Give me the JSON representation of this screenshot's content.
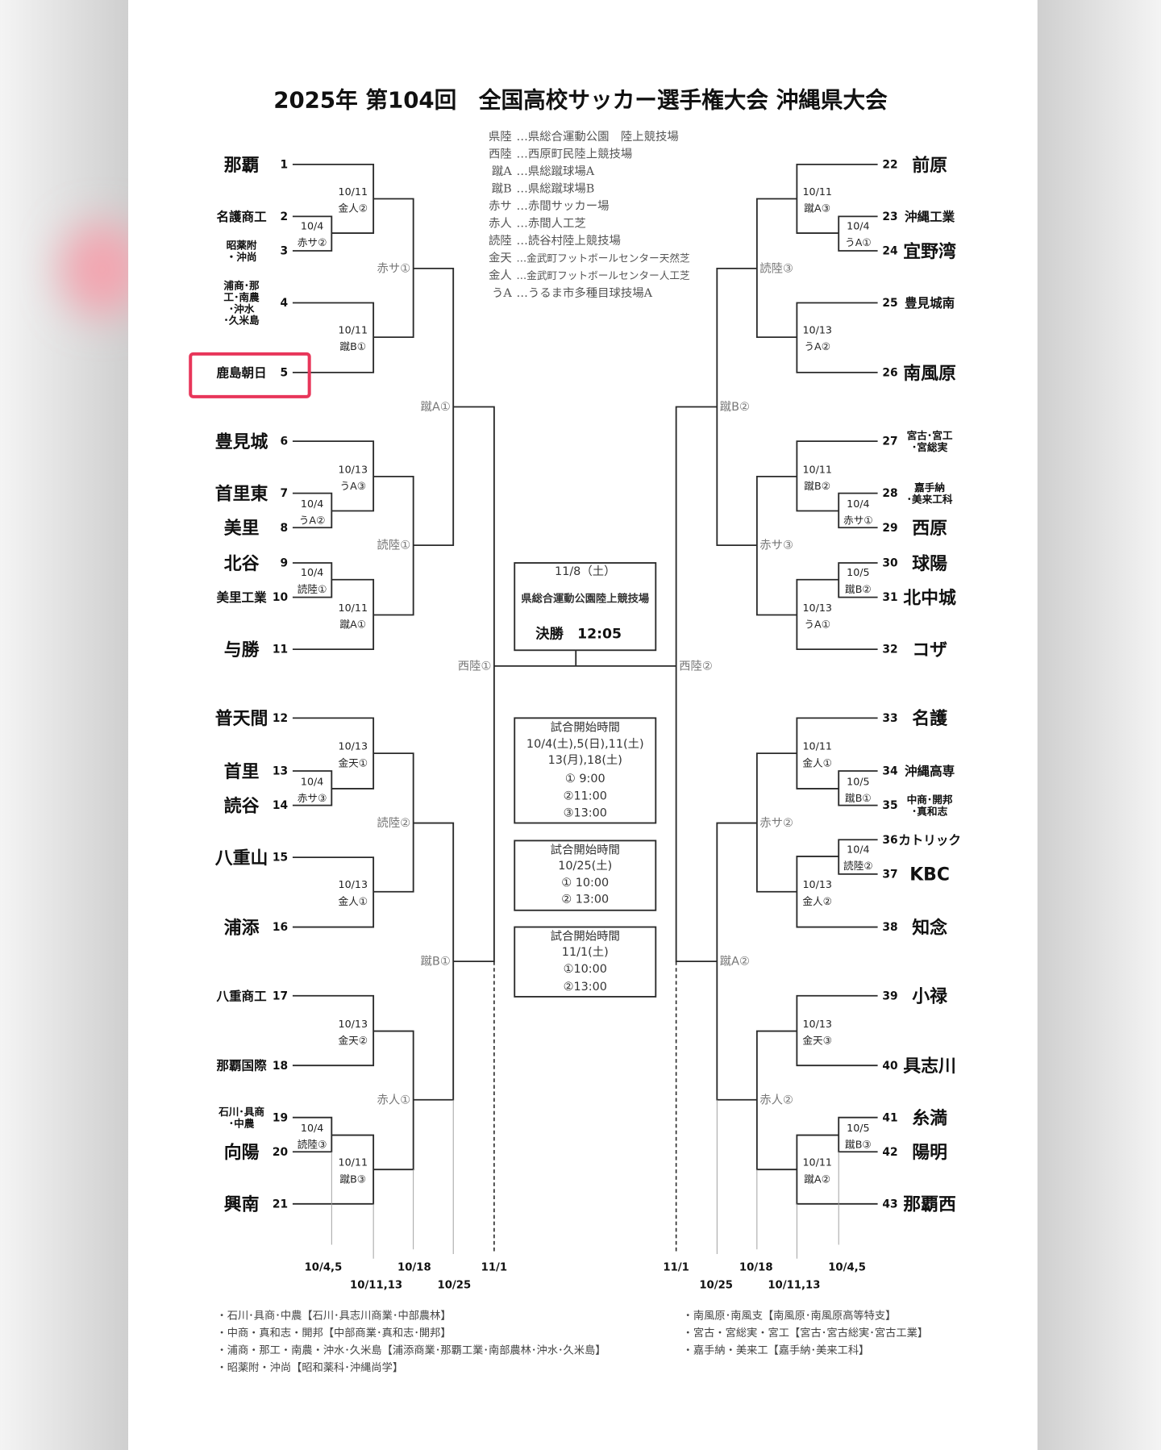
{
  "title": "2025年 第104回　全国高校サッカー選手権大会 沖縄県大会",
  "legend": [
    {
      "abbr": "県陸",
      "name": "…県総合運動公園　陸上競技場"
    },
    {
      "abbr": "西陸",
      "name": "…西原町民陸上競技場"
    },
    {
      "abbr": "蹴A",
      "name": "…県総蹴球場A"
    },
    {
      "abbr": "蹴B",
      "name": "…県総蹴球場B"
    },
    {
      "abbr": "赤サ",
      "name": "…赤間サッカー場"
    },
    {
      "abbr": "赤人",
      "name": "…赤間人工芝"
    },
    {
      "abbr": "読陸",
      "name": "…読谷村陸上競技場"
    },
    {
      "abbr": "金天",
      "name": "…金武町フットボールセンター天然芝"
    },
    {
      "abbr": "金人",
      "name": "…金武町フットボールセンター人工芝"
    },
    {
      "abbr": "うA",
      "name": "…うるま市多種目球技場A"
    }
  ],
  "teams": [
    {
      "seed": "1",
      "name": [
        "那覇"
      ]
    },
    {
      "seed": "2",
      "name": [
        "名護商工"
      ]
    },
    {
      "seed": "3",
      "name": [
        "昭薬附",
        "・沖尚"
      ]
    },
    {
      "seed": "4",
      "name": [
        "浦商･那",
        "工･南農",
        "･沖水",
        "･久米島"
      ]
    },
    {
      "seed": "5",
      "name": [
        "鹿島朝日"
      ]
    },
    {
      "seed": "6",
      "name": [
        "豊見城"
      ]
    },
    {
      "seed": "7",
      "name": [
        "首里東"
      ]
    },
    {
      "seed": "8",
      "name": [
        "美里"
      ]
    },
    {
      "seed": "9",
      "name": [
        "北谷"
      ]
    },
    {
      "seed": "10",
      "name": [
        "美里工業"
      ]
    },
    {
      "seed": "11",
      "name": [
        "与勝"
      ]
    },
    {
      "seed": "12",
      "name": [
        "普天間"
      ]
    },
    {
      "seed": "13",
      "name": [
        "首里"
      ]
    },
    {
      "seed": "14",
      "name": [
        "読谷"
      ]
    },
    {
      "seed": "15",
      "name": [
        "八重山"
      ]
    },
    {
      "seed": "16",
      "name": [
        "浦添"
      ]
    },
    {
      "seed": "17",
      "name": [
        "八重商工"
      ]
    },
    {
      "seed": "18",
      "name": [
        "那覇国際"
      ]
    },
    {
      "seed": "19",
      "name": [
        "石川･具商",
        "･中農"
      ]
    },
    {
      "seed": "20",
      "name": [
        "向陽"
      ]
    },
    {
      "seed": "21",
      "name": [
        "興南"
      ]
    },
    {
      "seed": "22",
      "name": [
        "前原"
      ]
    },
    {
      "seed": "23",
      "name": [
        "沖縄工業"
      ]
    },
    {
      "seed": "24",
      "name": [
        "宜野湾"
      ]
    },
    {
      "seed": "25",
      "name": [
        "豊見城南"
      ]
    },
    {
      "seed": "26",
      "name": [
        "南風原"
      ]
    },
    {
      "seed": "27",
      "name": [
        "宮古･宮工",
        "･宮総実"
      ]
    },
    {
      "seed": "28",
      "name": [
        "嘉手納",
        "･美来工科"
      ]
    },
    {
      "seed": "29",
      "name": [
        "西原"
      ]
    },
    {
      "seed": "30",
      "name": [
        "球陽"
      ]
    },
    {
      "seed": "31",
      "name": [
        "北中城"
      ]
    },
    {
      "seed": "32",
      "name": [
        "コザ"
      ]
    },
    {
      "seed": "33",
      "name": [
        "名護"
      ]
    },
    {
      "seed": "34",
      "name": [
        "沖縄高専"
      ]
    },
    {
      "seed": "35",
      "name": [
        "中商･開邦",
        "･真和志"
      ]
    },
    {
      "seed": "36",
      "name": [
        "カトリック"
      ]
    },
    {
      "seed": "37",
      "name": [
        "KBC"
      ]
    },
    {
      "seed": "38",
      "name": [
        "知念"
      ]
    },
    {
      "seed": "39",
      "name": [
        "小禄"
      ]
    },
    {
      "seed": "40",
      "name": [
        "具志川"
      ]
    },
    {
      "seed": "41",
      "name": [
        "糸満"
      ]
    },
    {
      "seed": "42",
      "name": [
        "陽明"
      ]
    },
    {
      "seed": "43",
      "name": [
        "那覇西"
      ]
    }
  ],
  "highlight_team": "5",
  "highlight_color": "#e8365a",
  "left_matches": [
    {
      "date": "10/4",
      "venue": "赤サ②"
    },
    {
      "date": "10/11",
      "venue": "金人②"
    },
    {
      "date": "10/11",
      "venue": "蹴B①"
    },
    {
      "venue": "赤サ①"
    },
    {
      "date": "10/4",
      "venue": "うA②"
    },
    {
      "date": "10/13",
      "venue": "うA③"
    },
    {
      "date": "10/4",
      "venue": "読陸①"
    },
    {
      "date": "10/11",
      "venue": "蹴A①"
    },
    {
      "venue": "読陸①"
    },
    {
      "venue": "蹴A①"
    },
    {
      "date": "10/4",
      "venue": "赤サ③"
    },
    {
      "date": "10/13",
      "venue": "金天①"
    },
    {
      "date": "10/13",
      "venue": "金人①"
    },
    {
      "venue": "読陸②"
    },
    {
      "date": "10/13",
      "venue": "金天②"
    },
    {
      "date": "10/4",
      "venue": "読陸③"
    },
    {
      "date": "10/11",
      "venue": "蹴B③"
    },
    {
      "venue": "赤人①"
    },
    {
      "venue": "蹴B①"
    },
    {
      "venue": "西陸①"
    }
  ],
  "right_matches": [
    {
      "date": "10/4",
      "venue": "うA①"
    },
    {
      "date": "10/11",
      "venue": "蹴A③"
    },
    {
      "date": "10/13",
      "venue": "うA②"
    },
    {
      "venue": "読陸③"
    },
    {
      "date": "10/4",
      "venue": "赤サ①"
    },
    {
      "date": "10/11",
      "venue": "蹴B②"
    },
    {
      "date": "10/5",
      "venue": "蹴B②"
    },
    {
      "date": "10/13",
      "venue": "うA①"
    },
    {
      "venue": "赤サ③"
    },
    {
      "venue": "蹴B②"
    },
    {
      "date": "10/5",
      "venue": "蹴B①"
    },
    {
      "date": "10/11",
      "venue": "金人①"
    },
    {
      "date": "10/4",
      "venue": "読陸②"
    },
    {
      "date": "10/13",
      "venue": "金人②"
    },
    {
      "venue": "赤サ②"
    },
    {
      "date": "10/13",
      "venue": "金天③"
    },
    {
      "date": "10/5",
      "venue": "蹴B③"
    },
    {
      "date": "10/11",
      "venue": "蹴A②"
    },
    {
      "venue": "赤人②"
    },
    {
      "venue": "蹴A②"
    },
    {
      "venue": "西陸②"
    }
  ],
  "round_dates": {
    "left": [
      "10/4,5",
      "10/11,13",
      "10/18",
      "10/25",
      "11/1"
    ],
    "right": [
      "10/4,5",
      "10/11,13",
      "10/18",
      "10/25",
      "11/1"
    ]
  },
  "final": {
    "date": "11/8（土）",
    "venue": "県総合運動公園陸上競技場",
    "label": "決勝　12:05"
  },
  "schedules": [
    {
      "title": "試合開始時間",
      "lines": [
        "10/4(土),5(日),11(土)",
        "13(月),18(土)",
        "① 9:00",
        "②11:00",
        "③13:00"
      ]
    },
    {
      "title": "試合開始時間",
      "lines": [
        "10/25(土)",
        "① 10:00",
        "② 13:00"
      ]
    },
    {
      "title": "試合開始時間",
      "lines": [
        "11/1(土)",
        "①10:00",
        "②13:00"
      ]
    }
  ],
  "notes_left": [
    "・石川･具商･中農【石川･具志川商業･中部農林】",
    "・中商・真和志・開邦【中部商業･真和志･開邦】",
    "・浦商・那工・南農・沖水･久米島【浦添商業･那覇工業･南部農林･沖水･久米島】",
    "・昭薬附・沖尚【昭和薬科･沖縄尚学】"
  ],
  "notes_right": [
    "・南風原･南風支【南風原･南風原高等特支】",
    "・宮古・宮総実・宮工【宮古･宮古総実･宮古工業】",
    "・嘉手納・美来工【嘉手納･美来工科】"
  ]
}
